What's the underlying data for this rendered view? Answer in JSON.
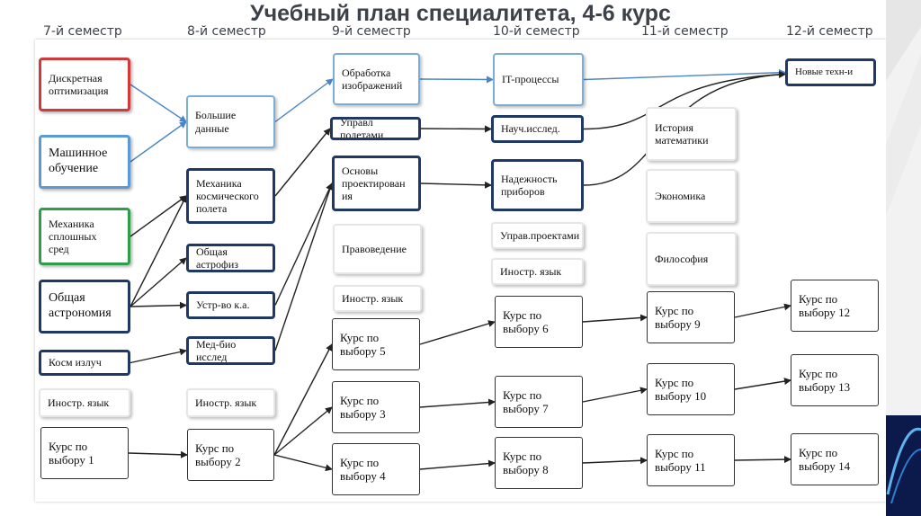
{
  "title": "Учебный план специалитета, 4-6 курс",
  "semesters": [
    "7-й семестр",
    "8-й семестр",
    "9-й семестр",
    "10-й семестр",
    "11-й семестр",
    "12-й семестр"
  ],
  "nodes": {
    "diskr": [
      "Дискретная",
      "оптимизация"
    ],
    "mash": [
      "Машинное",
      "обучение"
    ],
    "mekh_spl": [
      "Механика",
      "сплошных",
      "сред"
    ],
    "obsh_astr": [
      "Общая",
      "астрономия"
    ],
    "kosm_izl": [
      "Косм излуч"
    ],
    "inostr7": [
      "Иностр. язык"
    ],
    "kurs1": [
      "Курс по",
      "выбору 1"
    ],
    "bolsh": [
      "Большие",
      "данные"
    ],
    "mekh_kosm": [
      "Механика",
      "космического",
      "полета"
    ],
    "obsh_astrofiz": [
      "Общая астрофиз"
    ],
    "ustr": [
      "Устр-во к.а."
    ],
    "med_bio": [
      "Мед-био исслед"
    ],
    "inostr8": [
      "Иностр. язык"
    ],
    "kurs2": [
      "Курс по",
      "выбору 2"
    ],
    "obrab": [
      "Обработка",
      "изображений"
    ],
    "uprav_pol": [
      "Управл полетами"
    ],
    "osnovy": [
      "Основы",
      "проектирован",
      "ия"
    ],
    "pravo": [
      "Правоведение"
    ],
    "inostr9": [
      "Иностр. язык"
    ],
    "kurs5": [
      "Курс по",
      "выбору 5"
    ],
    "kurs3": [
      "Курс по",
      "выбору 3"
    ],
    "kurs4": [
      "Курс по",
      "выбору 4"
    ],
    "it": [
      "IT-процессы"
    ],
    "nauch": [
      "Науч.исслед."
    ],
    "nadezh": [
      "Надежность",
      "приборов"
    ],
    "uprav_pr": [
      "Управ.проектами"
    ],
    "inostr10": [
      "Иностр. язык"
    ],
    "kurs6": [
      "Курс по",
      "выбору 6"
    ],
    "kurs7": [
      "Курс по",
      "выбору 7"
    ],
    "kurs8": [
      "Курс по",
      "выбору 8"
    ],
    "istoriya": [
      "История",
      "математики"
    ],
    "ekonom": [
      "Экономика"
    ],
    "filos": [
      "Философия"
    ],
    "kurs9": [
      "Курс по",
      "выбору 9"
    ],
    "kurs10": [
      "Курс по",
      "выбору 10"
    ],
    "kurs11": [
      "Курс по",
      "выбору 11"
    ],
    "novye": [
      "Новые техн-и"
    ],
    "kurs12": [
      "Курс по",
      "выбору 12"
    ],
    "kurs13": [
      "Курс по",
      "выбору 13"
    ],
    "kurs14": [
      "Курс по",
      "выбору 14"
    ]
  },
  "edges": [
    [
      "diskr",
      "bolsh"
    ],
    [
      "mash",
      "bolsh"
    ],
    [
      "bolsh",
      "obrab"
    ],
    [
      "obrab",
      "it"
    ],
    [
      "it",
      "novye"
    ],
    [
      "mekh_spl",
      "mekh_kosm"
    ],
    [
      "obsh_astr",
      "mekh_kosm"
    ],
    [
      "obsh_astr",
      "obsh_astrofiz"
    ],
    [
      "obsh_astr",
      "ustr"
    ],
    [
      "kosm_izl",
      "med_bio"
    ],
    [
      "mekh_kosm",
      "uprav_pol"
    ],
    [
      "ustr",
      "osnovy"
    ],
    [
      "med_bio",
      "osnovy"
    ],
    [
      "uprav_pol",
      "nauch"
    ],
    [
      "osnovy",
      "nadezh"
    ],
    [
      "nauch",
      "novye"
    ],
    [
      "nadezh",
      "novye"
    ],
    [
      "kurs1",
      "kurs2"
    ],
    [
      "kurs2",
      "kurs5"
    ],
    [
      "kurs2",
      "kurs3"
    ],
    [
      "kurs2",
      "kurs4"
    ],
    [
      "kurs5",
      "kurs6"
    ],
    [
      "kurs3",
      "kurs7"
    ],
    [
      "kurs4",
      "kurs8"
    ],
    [
      "kurs6",
      "kurs9"
    ],
    [
      "kurs7",
      "kurs10"
    ],
    [
      "kurs8",
      "kurs11"
    ],
    [
      "kurs9",
      "kurs12"
    ],
    [
      "kurs10",
      "kurs13"
    ],
    [
      "kurs11",
      "kurs14"
    ]
  ],
  "colors": {
    "title": "#3d4249",
    "edge": "#222222",
    "blue_edge": "#4a86c5",
    "accent": "#1f3864"
  }
}
